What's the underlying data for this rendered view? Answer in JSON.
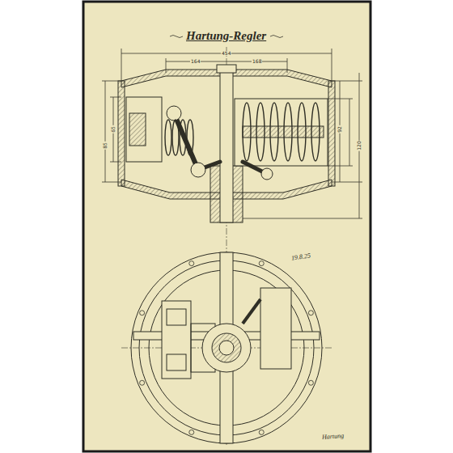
{
  "diagram": {
    "title": "Hartung-Regler",
    "labels": [
      "454",
      "164",
      "168",
      "92",
      "120",
      "65",
      "85",
      "19.8.25",
      "Hartung"
    ]
  }
}
